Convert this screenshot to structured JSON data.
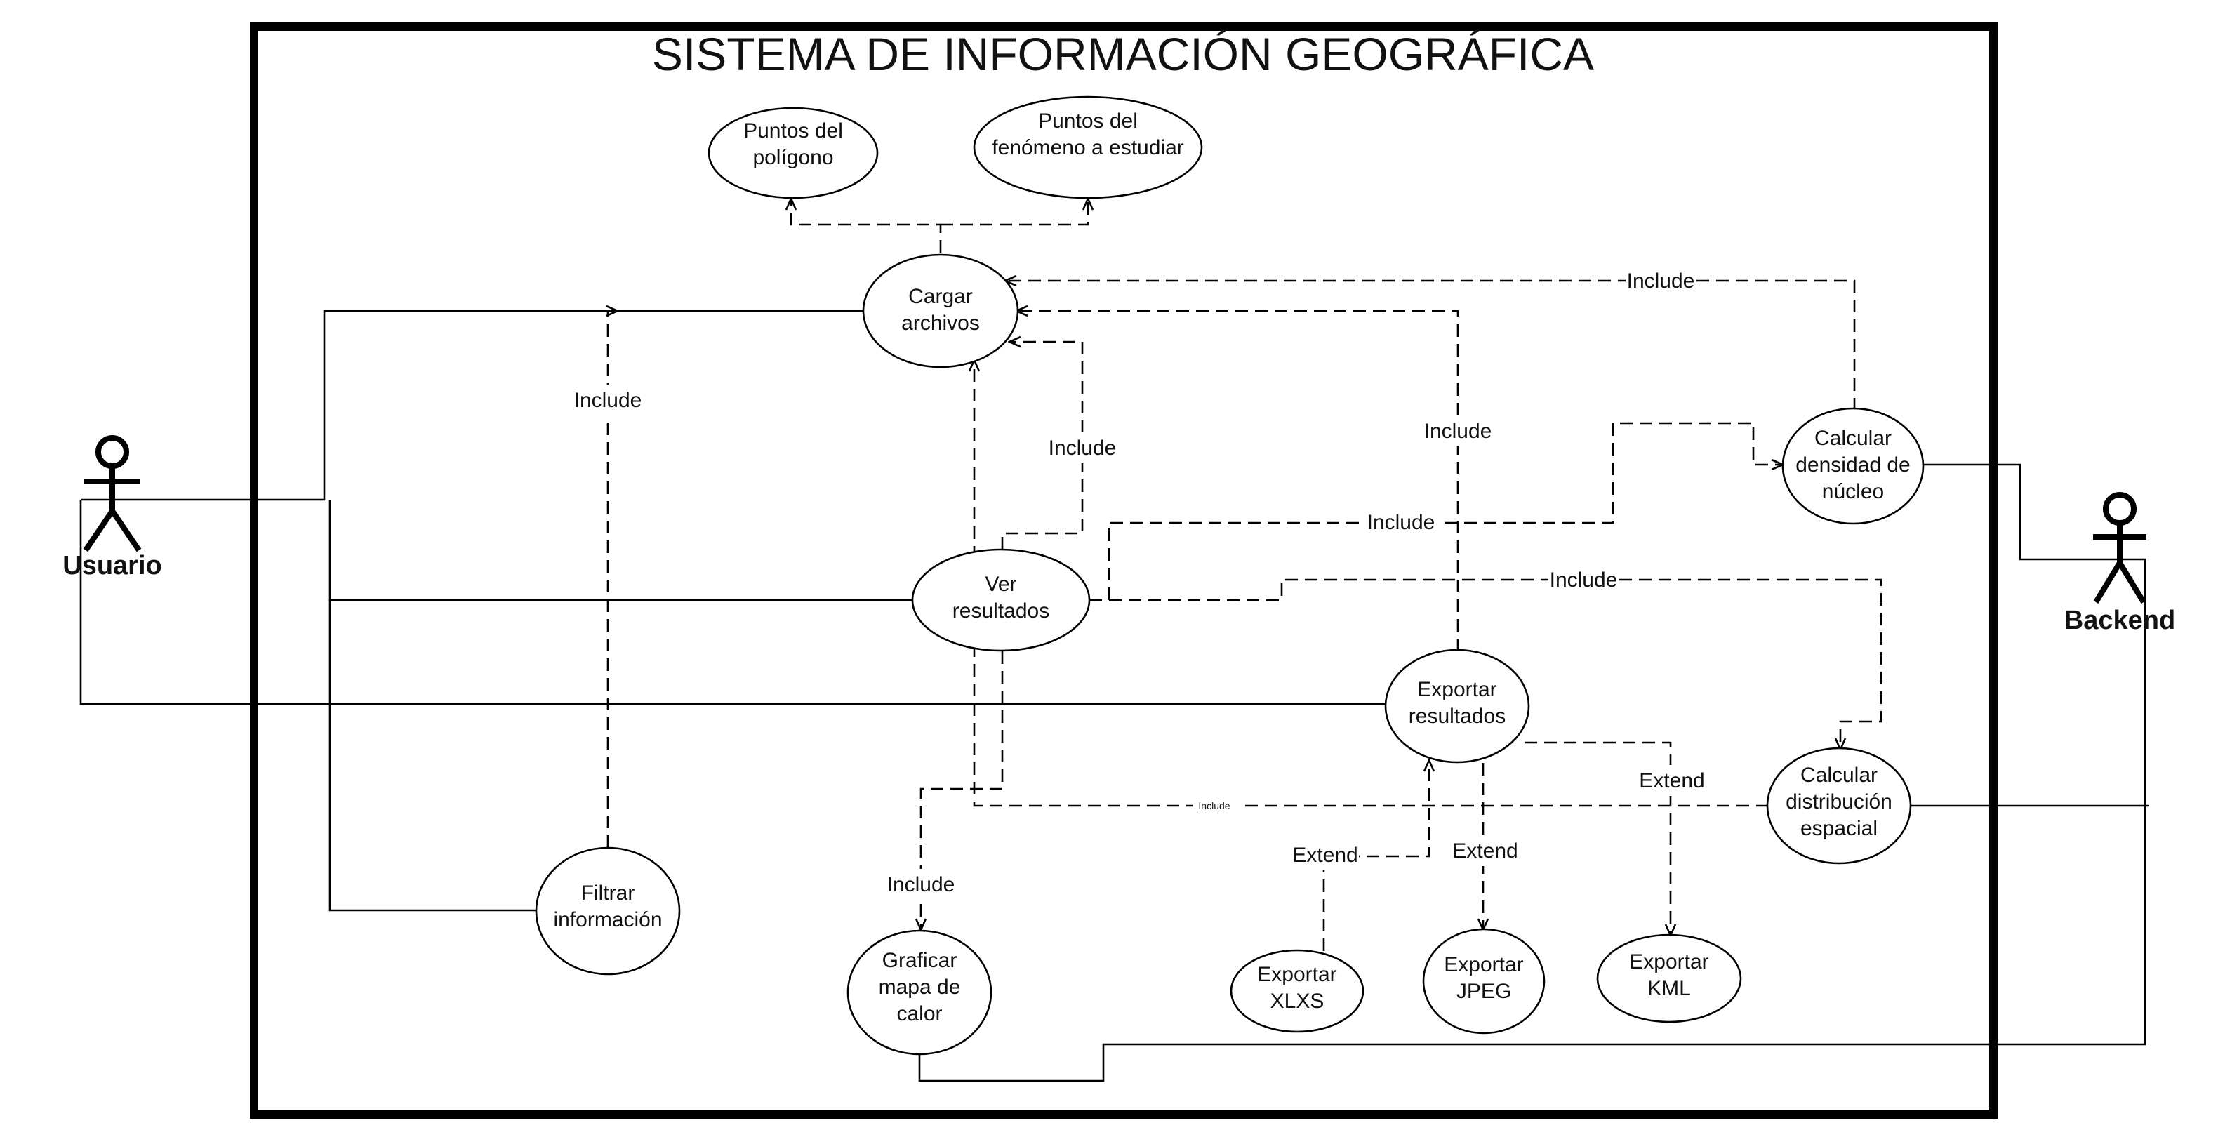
{
  "title": "SISTEMA DE INFORMACIÓN GEOGRÁFICA",
  "actors": {
    "usuario": "Usuario",
    "backend": "Backend"
  },
  "use_cases": {
    "puntos_poligono": [
      "Puntos del",
      "polígono"
    ],
    "puntos_fenomeno": [
      "Puntos del",
      "fenómeno a estudiar"
    ],
    "cargar_archivos": [
      "Cargar",
      "archivos"
    ],
    "ver_resultados": [
      "Ver",
      "resultados"
    ],
    "filtrar_informacion": [
      "Filtrar",
      "información"
    ],
    "graficar_mapa": [
      "Graficar",
      "mapa de",
      "calor"
    ],
    "exportar_resultados": [
      "Exportar",
      "resultados"
    ],
    "exportar_xlxs": [
      "Exportar",
      "XLXS"
    ],
    "exportar_jpeg": [
      "Exportar",
      "JPEG"
    ],
    "exportar_kml": [
      "Exportar",
      "KML"
    ],
    "calcular_densidad": [
      "Calcular",
      "densidad de",
      "núcleo"
    ],
    "calcular_distribucion": [
      "Calcular",
      "distribución",
      "espacial"
    ]
  },
  "relations": {
    "include": "Include",
    "extend": "Extend"
  }
}
